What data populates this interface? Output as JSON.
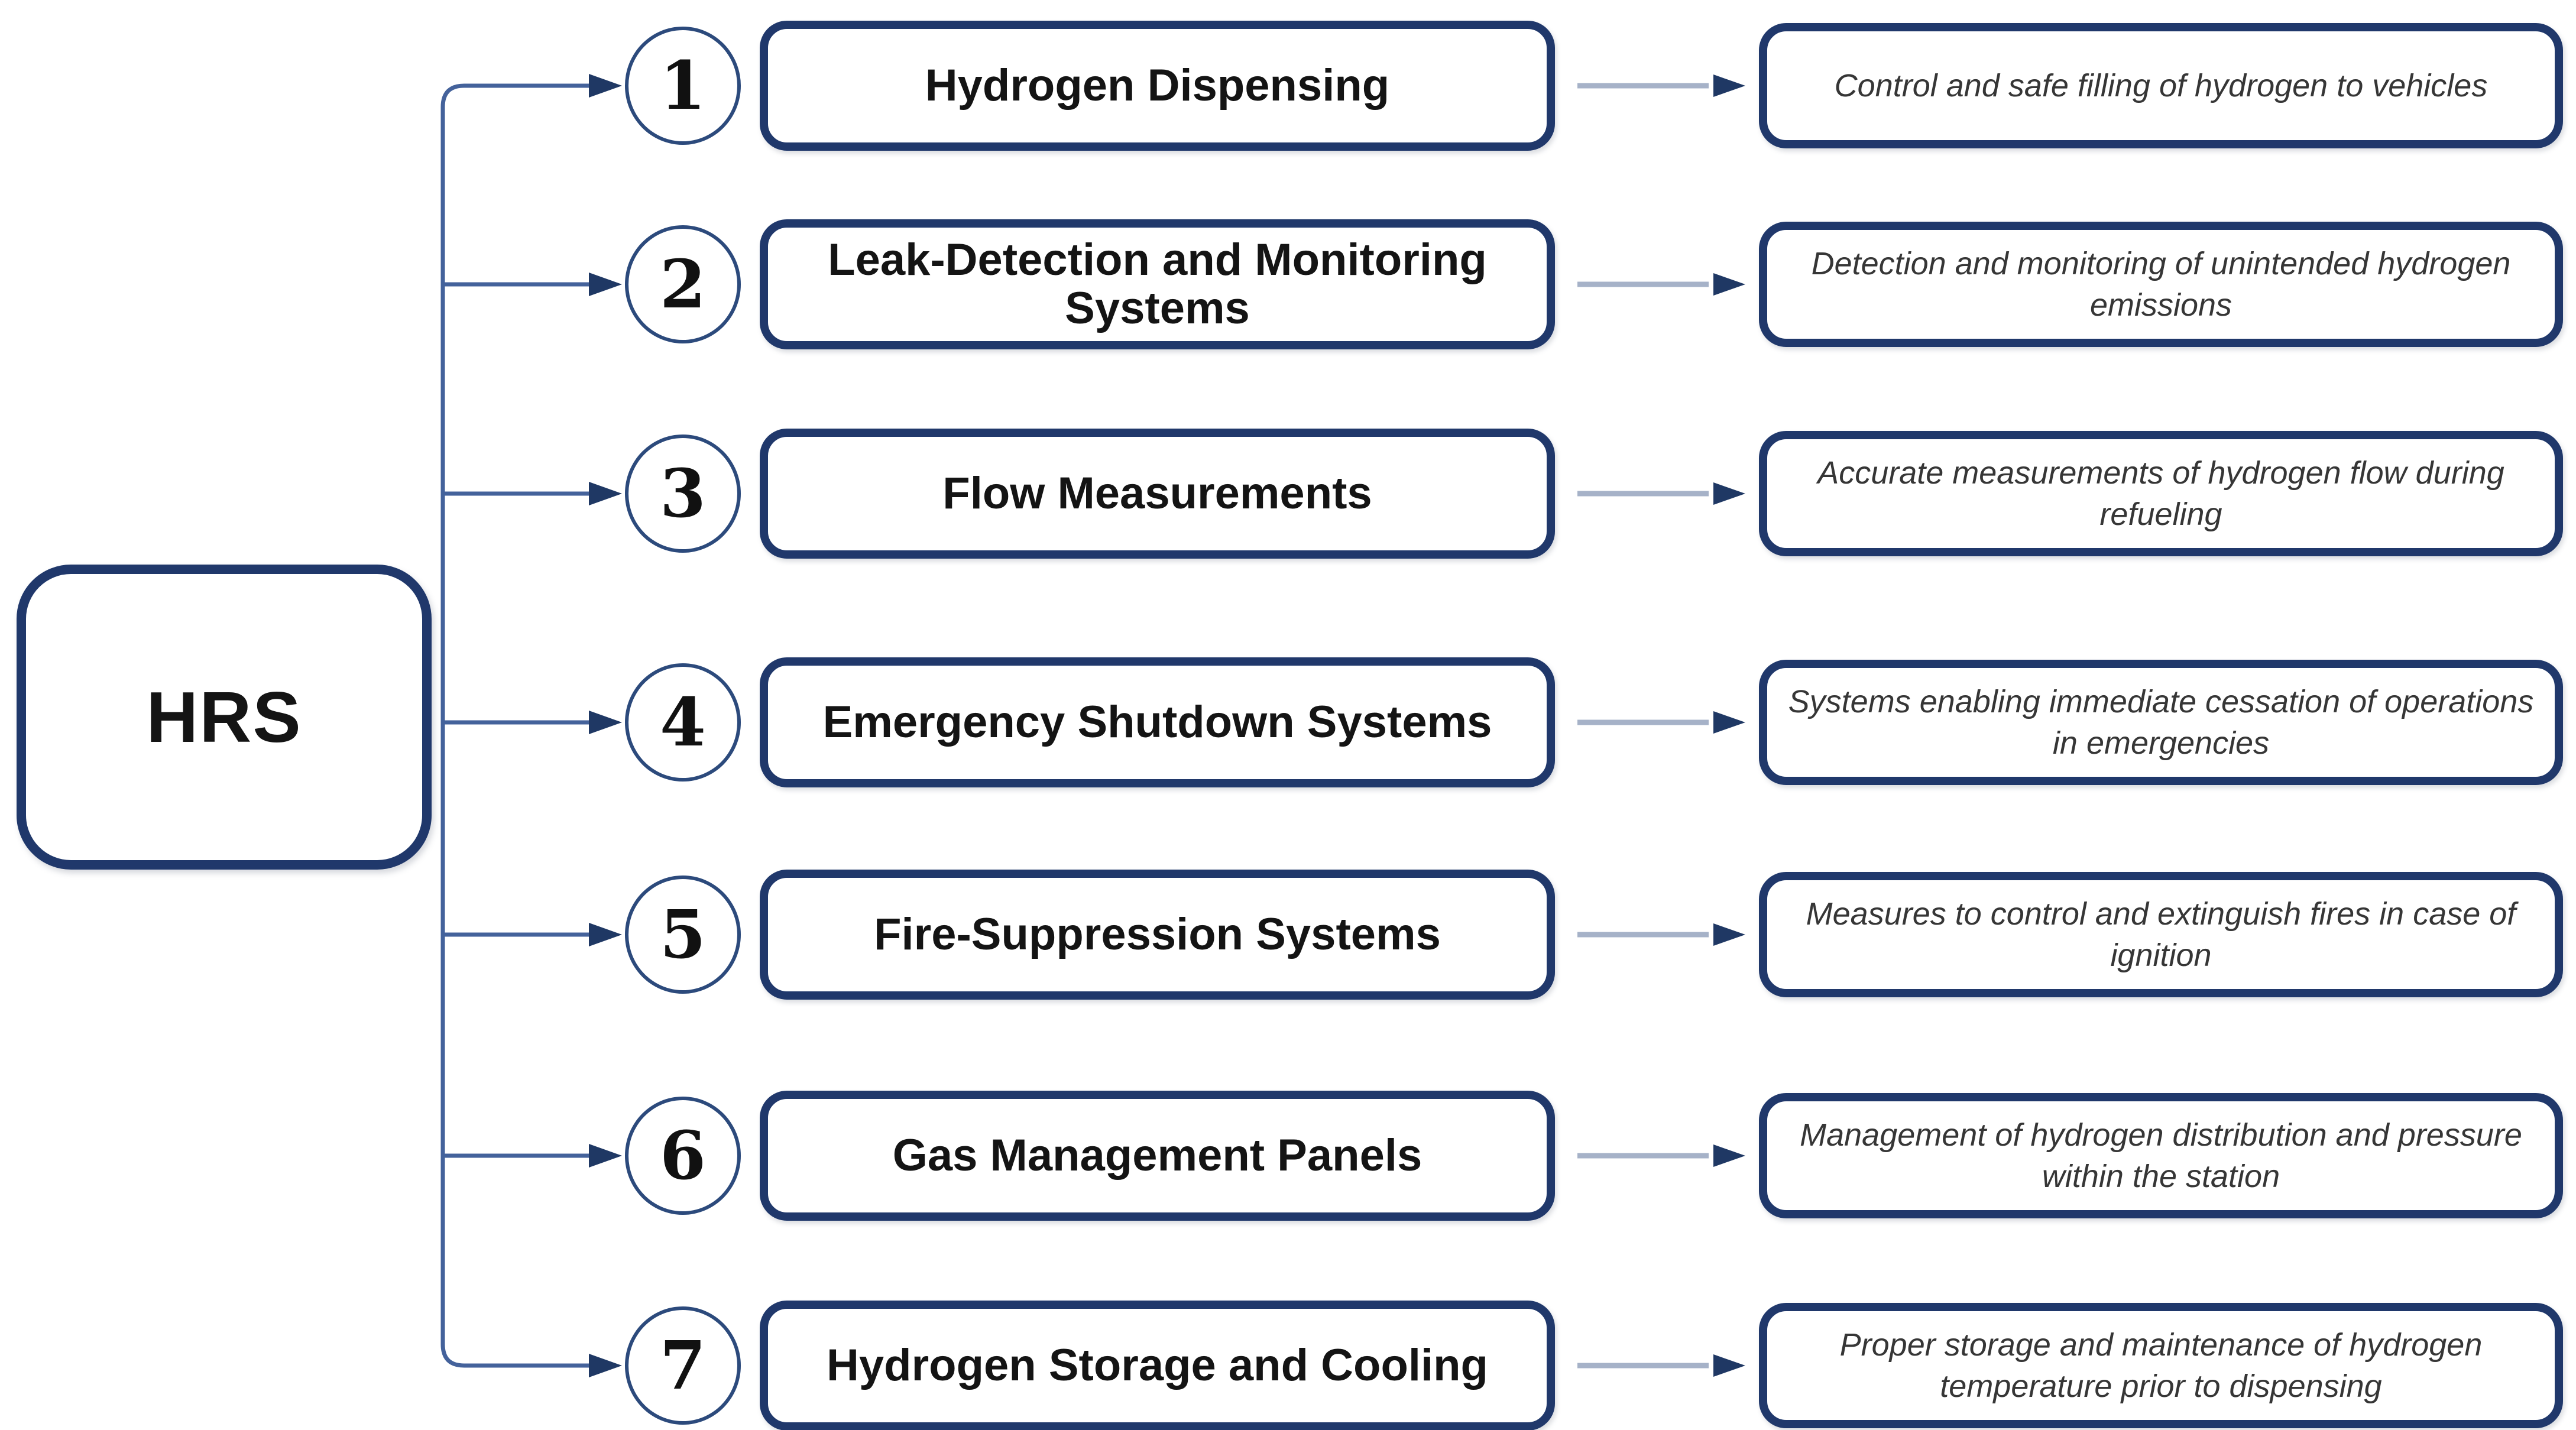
{
  "diagram": {
    "root_label": "HRS",
    "rows": [
      {
        "number": "1",
        "title": "Hydrogen Dispensing",
        "description": "Control and safe filling of hydrogen to vehicles"
      },
      {
        "number": "2",
        "title": "Leak-Detection and Monitoring Systems",
        "description": "Detection and monitoring of unintended hydrogen emissions"
      },
      {
        "number": "3",
        "title": "Flow Measurements",
        "description": "Accurate measurements of hydrogen flow during refueling"
      },
      {
        "number": "4",
        "title": "Emergency Shutdown Systems",
        "description": "Systems enabling immediate cessation of operations in emergencies"
      },
      {
        "number": "5",
        "title": "Fire-Suppression Systems",
        "description": "Measures to control and extinguish fires in case of ignition"
      },
      {
        "number": "6",
        "title": "Gas Management Panels",
        "description": "Management of hydrogen distribution and pressure within the station"
      },
      {
        "number": "7",
        "title": "Hydrogen Storage and Cooling",
        "description": "Proper storage and maintenance of hydrogen temperature prior to dispensing"
      }
    ],
    "colors": {
      "box_border_navy": "#20386b",
      "circle_border_navy": "#2c4a7c",
      "connector_line_blue": "#44629b",
      "arrowhead_navy": "#1f3864",
      "mid_arrow_steel": "#a6b2c8",
      "title_text": "#141414",
      "description_text": "#363636"
    }
  }
}
